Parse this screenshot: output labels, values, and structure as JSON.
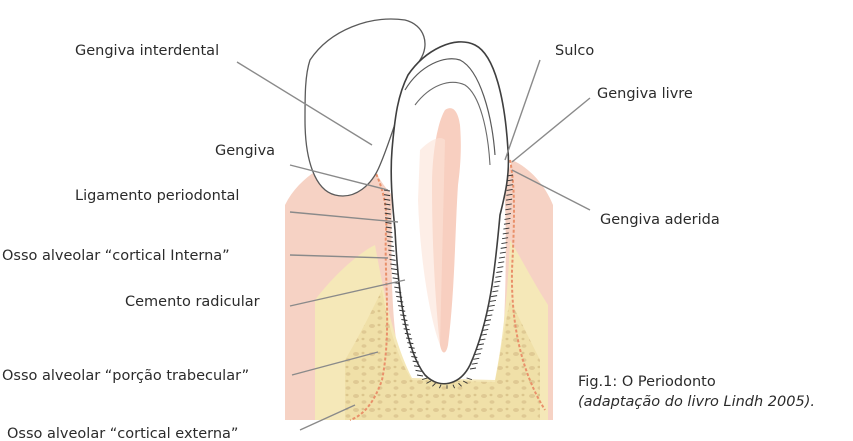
{
  "labels": {
    "gengiva_interdental": "Gengiva interdental",
    "sulco": "Sulco",
    "gengiva_livre": "Gengiva livre",
    "gengiva": "Gengiva",
    "ligamento_periodontal": "Ligamento periodontal",
    "gengiva_aderida": "Gengiva aderida",
    "osso_cortical_interna": "Osso alveolar “cortical Interna”",
    "cemento_radicular": "Cemento radicular",
    "osso_trabecular": "Osso alveolar “porção trabecular”",
    "osso_cortical_externa": "Osso alveolar “cortical externa”"
  },
  "caption": {
    "line1": "Fig.1: O Periodonto",
    "line2": "(adaptação do livro Lindh 2005)."
  },
  "colors": {
    "gum": "#f6d2c4",
    "gum_edge": "#e9906a",
    "bone": "#f5e8b8",
    "dentin_pulp": "#f8cfc0",
    "outline": "#4a4a4a",
    "leader": "#8a8a8a"
  }
}
